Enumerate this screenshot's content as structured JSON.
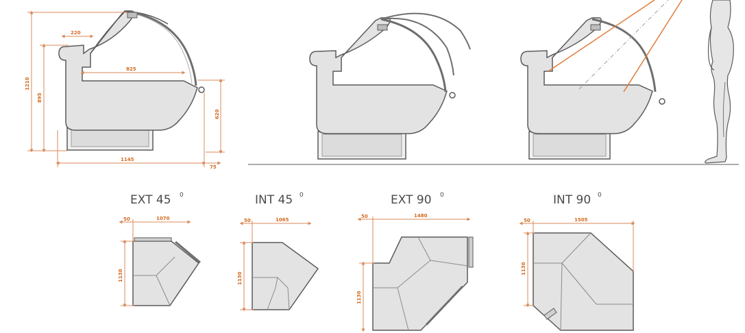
{
  "colors": {
    "dimension_line": "#d98a5a",
    "dimension_text": "#d2691e",
    "cabinet_fill": "#e3e3e3",
    "cabinet_stroke": "#5a5a5a",
    "glass": "#6e6e6e",
    "sight_line": "#e07b39",
    "title_text": "#4a4a4a"
  },
  "side_view": {
    "dims": {
      "height_total": "1210",
      "height_counter": "895",
      "top_shelf_depth": "220",
      "inner_depth": "825",
      "front_height": "620",
      "total_depth": "1145",
      "handle_depth": "75"
    }
  },
  "corners": [
    {
      "title": "EXT 45",
      "sup": "0",
      "width": "1070",
      "offset": "50",
      "depth": "1130"
    },
    {
      "title": "INT 45",
      "sup": "0",
      "width": "1065",
      "offset": "50",
      "depth": "1130"
    },
    {
      "title": "EXT 90",
      "sup": "0",
      "width": "1480",
      "offset": "50",
      "depth": "1130"
    },
    {
      "title": "INT 90",
      "sup": "0",
      "width": "1505",
      "offset": "50",
      "depth": "1130"
    }
  ]
}
